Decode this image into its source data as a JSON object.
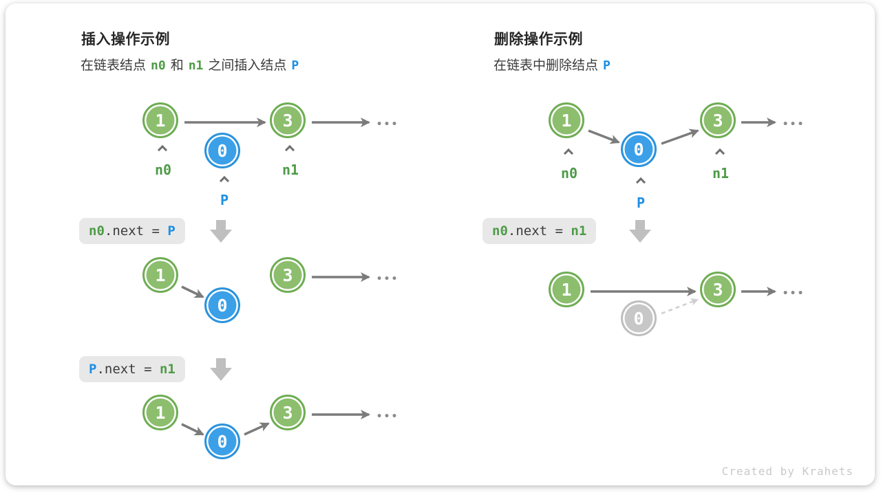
{
  "colors": {
    "green_fill": "#8CBE6E",
    "green_border": "#6FAD54",
    "blue_fill": "#3BA0E8",
    "blue_border": "#2B93DD",
    "gray_fill": "#C7C7C7",
    "gray_border": "#BFBFBF",
    "arrow": "#7B7B7B",
    "dashed_arrow": "#CFCFCF",
    "label_green": "#4E9B47",
    "label_blue": "#1D8FE4",
    "code_bg": "#E8E8E8",
    "code_text": "#3B3B3B",
    "block_arrow": "#BFBFBF",
    "title_text": "#262626",
    "subtitle_text": "#3A3A3A",
    "ellipsis": "#8B8B8B",
    "caret": "#707070",
    "watermark": "#C9C9C9"
  },
  "insert_panel": {
    "title": "插入操作示例",
    "subtitle": {
      "prefix": "在链表结点",
      "token_n0": "n0",
      "middle": "和",
      "token_n1": "n1",
      "suffix": "之间插入结点",
      "token_p": "P"
    },
    "nodes": {
      "first": "1",
      "third": "3",
      "inserted": "0"
    },
    "labels": {
      "n0": "n0",
      "p": "P",
      "n1": "n1"
    },
    "ellipsis": "•••",
    "steps": [
      {
        "code": {
          "lhs": "n0",
          "mid": ".next = ",
          "rhs": "P"
        }
      },
      {
        "code": {
          "lhs": "P",
          "mid": ".next = ",
          "rhs": "n1"
        }
      }
    ]
  },
  "delete_panel": {
    "title": "删除操作示例",
    "subtitle": {
      "prefix": "在链表中删除结点",
      "token_p": "P"
    },
    "nodes": {
      "first": "1",
      "third": "3",
      "removed": "0"
    },
    "labels": {
      "n0": "n0",
      "p": "P",
      "n1": "n1"
    },
    "ellipsis": "•••",
    "steps": [
      {
        "code": {
          "lhs": "n0",
          "mid": ".next = ",
          "rhs": "n1"
        }
      }
    ]
  },
  "watermark": "Created by Krahets"
}
